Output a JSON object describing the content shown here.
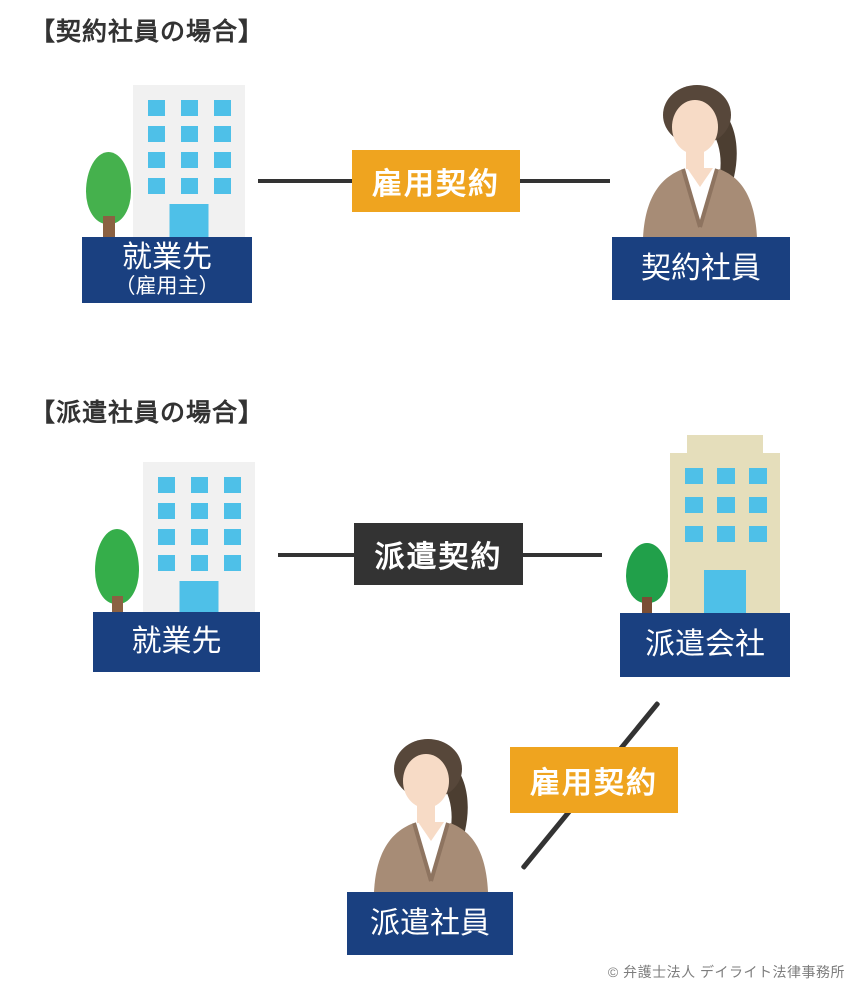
{
  "page": {
    "copyright": "© 弁護士法人 デイライト法律事務所"
  },
  "colors": {
    "navy_label": "#1a4080",
    "orange_box": "#efa41f",
    "dark_box": "#333333",
    "connector_line": "#333333",
    "building_gray": "#f1f1f1",
    "building_cream": "#e5debb",
    "window_blue": "#4ec0e8",
    "tree_green": "#45b14d",
    "tree_green_dark": "#21a04a",
    "trunk_brown": "#8b6142",
    "title_text": "#333333"
  },
  "sections": {
    "contract": {
      "title": "【契約社員の場合】",
      "workplace_line1": "就業先",
      "workplace_line2": "（雇用主）",
      "employment_contract": "雇用契約",
      "employee": "契約社員"
    },
    "dispatch": {
      "title": "【派遣社員の場合】",
      "workplace": "就業先",
      "dispatch_contract": "派遣契約",
      "agency": "派遣会社",
      "employment_contract": "雇用契約",
      "employee": "派遣社員"
    }
  }
}
